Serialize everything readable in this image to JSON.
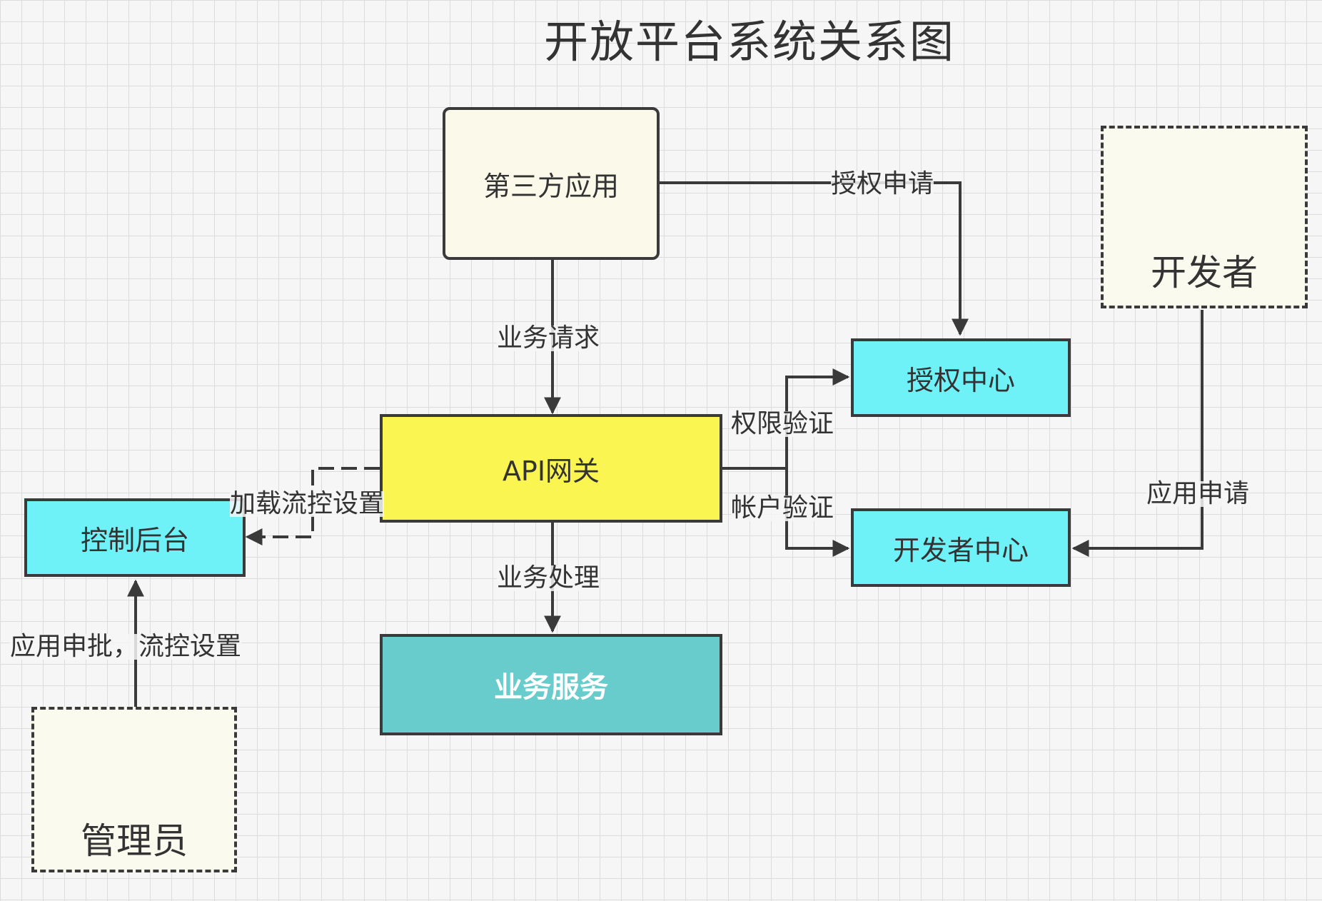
{
  "title": "开放平台系统关系图",
  "nodes": {
    "third_party_app": "第三方应用",
    "api_gateway": "API网关",
    "auth_center": "授权中心",
    "developer_center": "开发者中心",
    "control_backend": "控制后台",
    "business_service": "业务服务",
    "developer": "开发者",
    "administrator": "管理员"
  },
  "edges": {
    "auth_request": "授权申请",
    "business_request": "业务请求",
    "permission_verify": "权限验证",
    "account_verify": "帐户验证",
    "app_apply": "应用申请",
    "load_flow_settings": "加载流控设置",
    "business_process": "业务处理",
    "approve_flow_settings": "应用申批，流控设置"
  },
  "colors": {
    "third_party_fill": "#fbfaea",
    "gateway_fill": "#fbf552",
    "center_fill": "#6ff2f7",
    "service_fill": "#68cccc",
    "line": "#3a3a3a"
  }
}
